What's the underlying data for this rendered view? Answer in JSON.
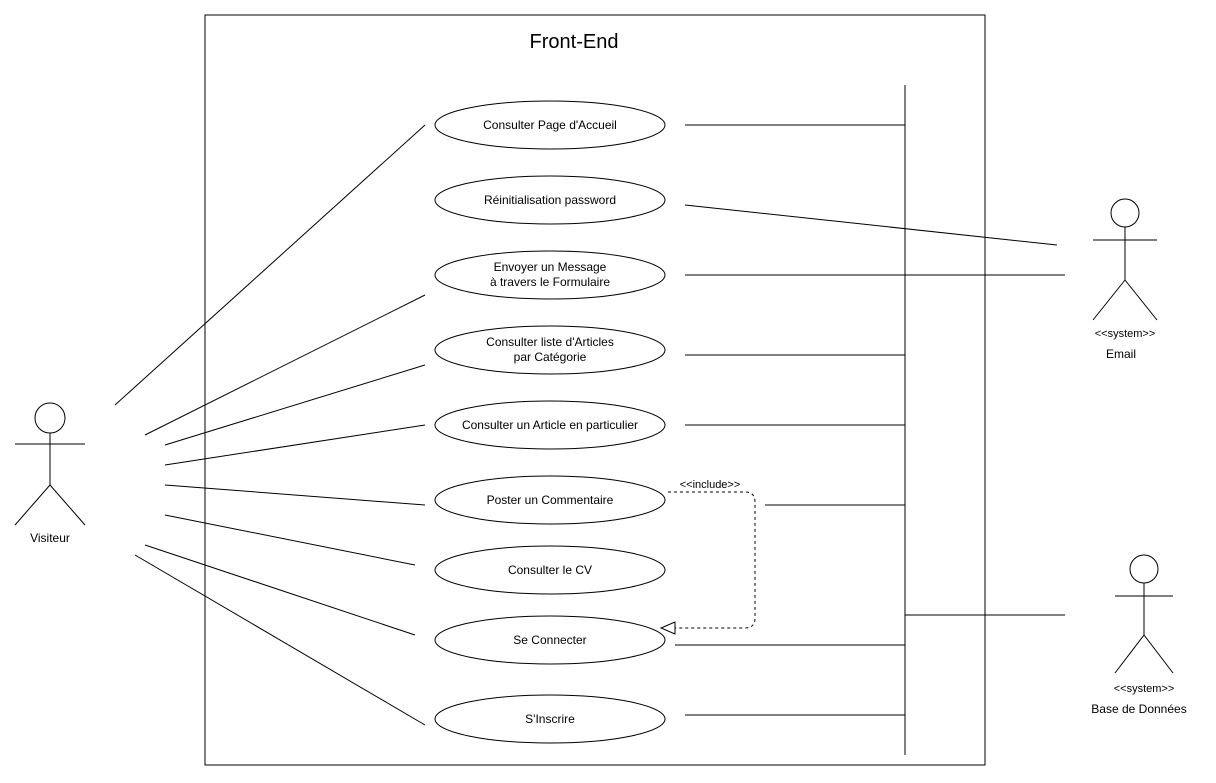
{
  "system": {
    "title": "Front-End"
  },
  "actors": {
    "visitor": {
      "name": "Visiteur"
    },
    "email": {
      "stereotype": "<<system>>",
      "name": "Email"
    },
    "database": {
      "stereotype": "<<system>>",
      "name": "Base de Données"
    }
  },
  "use_cases": [
    {
      "lines": [
        "Consulter Page d'Accueil"
      ]
    },
    {
      "lines": [
        "Réinitialisation password"
      ]
    },
    {
      "lines": [
        "Envoyer un Message",
        "à travers le Formulaire"
      ]
    },
    {
      "lines": [
        "Consulter liste d'Articles",
        "par Catégorie"
      ]
    },
    {
      "lines": [
        "Consulter un Article en particulier"
      ]
    },
    {
      "lines": [
        "Poster un Commentaire"
      ]
    },
    {
      "lines": [
        "Consulter le CV"
      ]
    },
    {
      "lines": [
        "Se Connecter"
      ]
    },
    {
      "lines": [
        "S'Inscrire"
      ]
    }
  ],
  "relations": {
    "include_label": "<<include>>"
  }
}
